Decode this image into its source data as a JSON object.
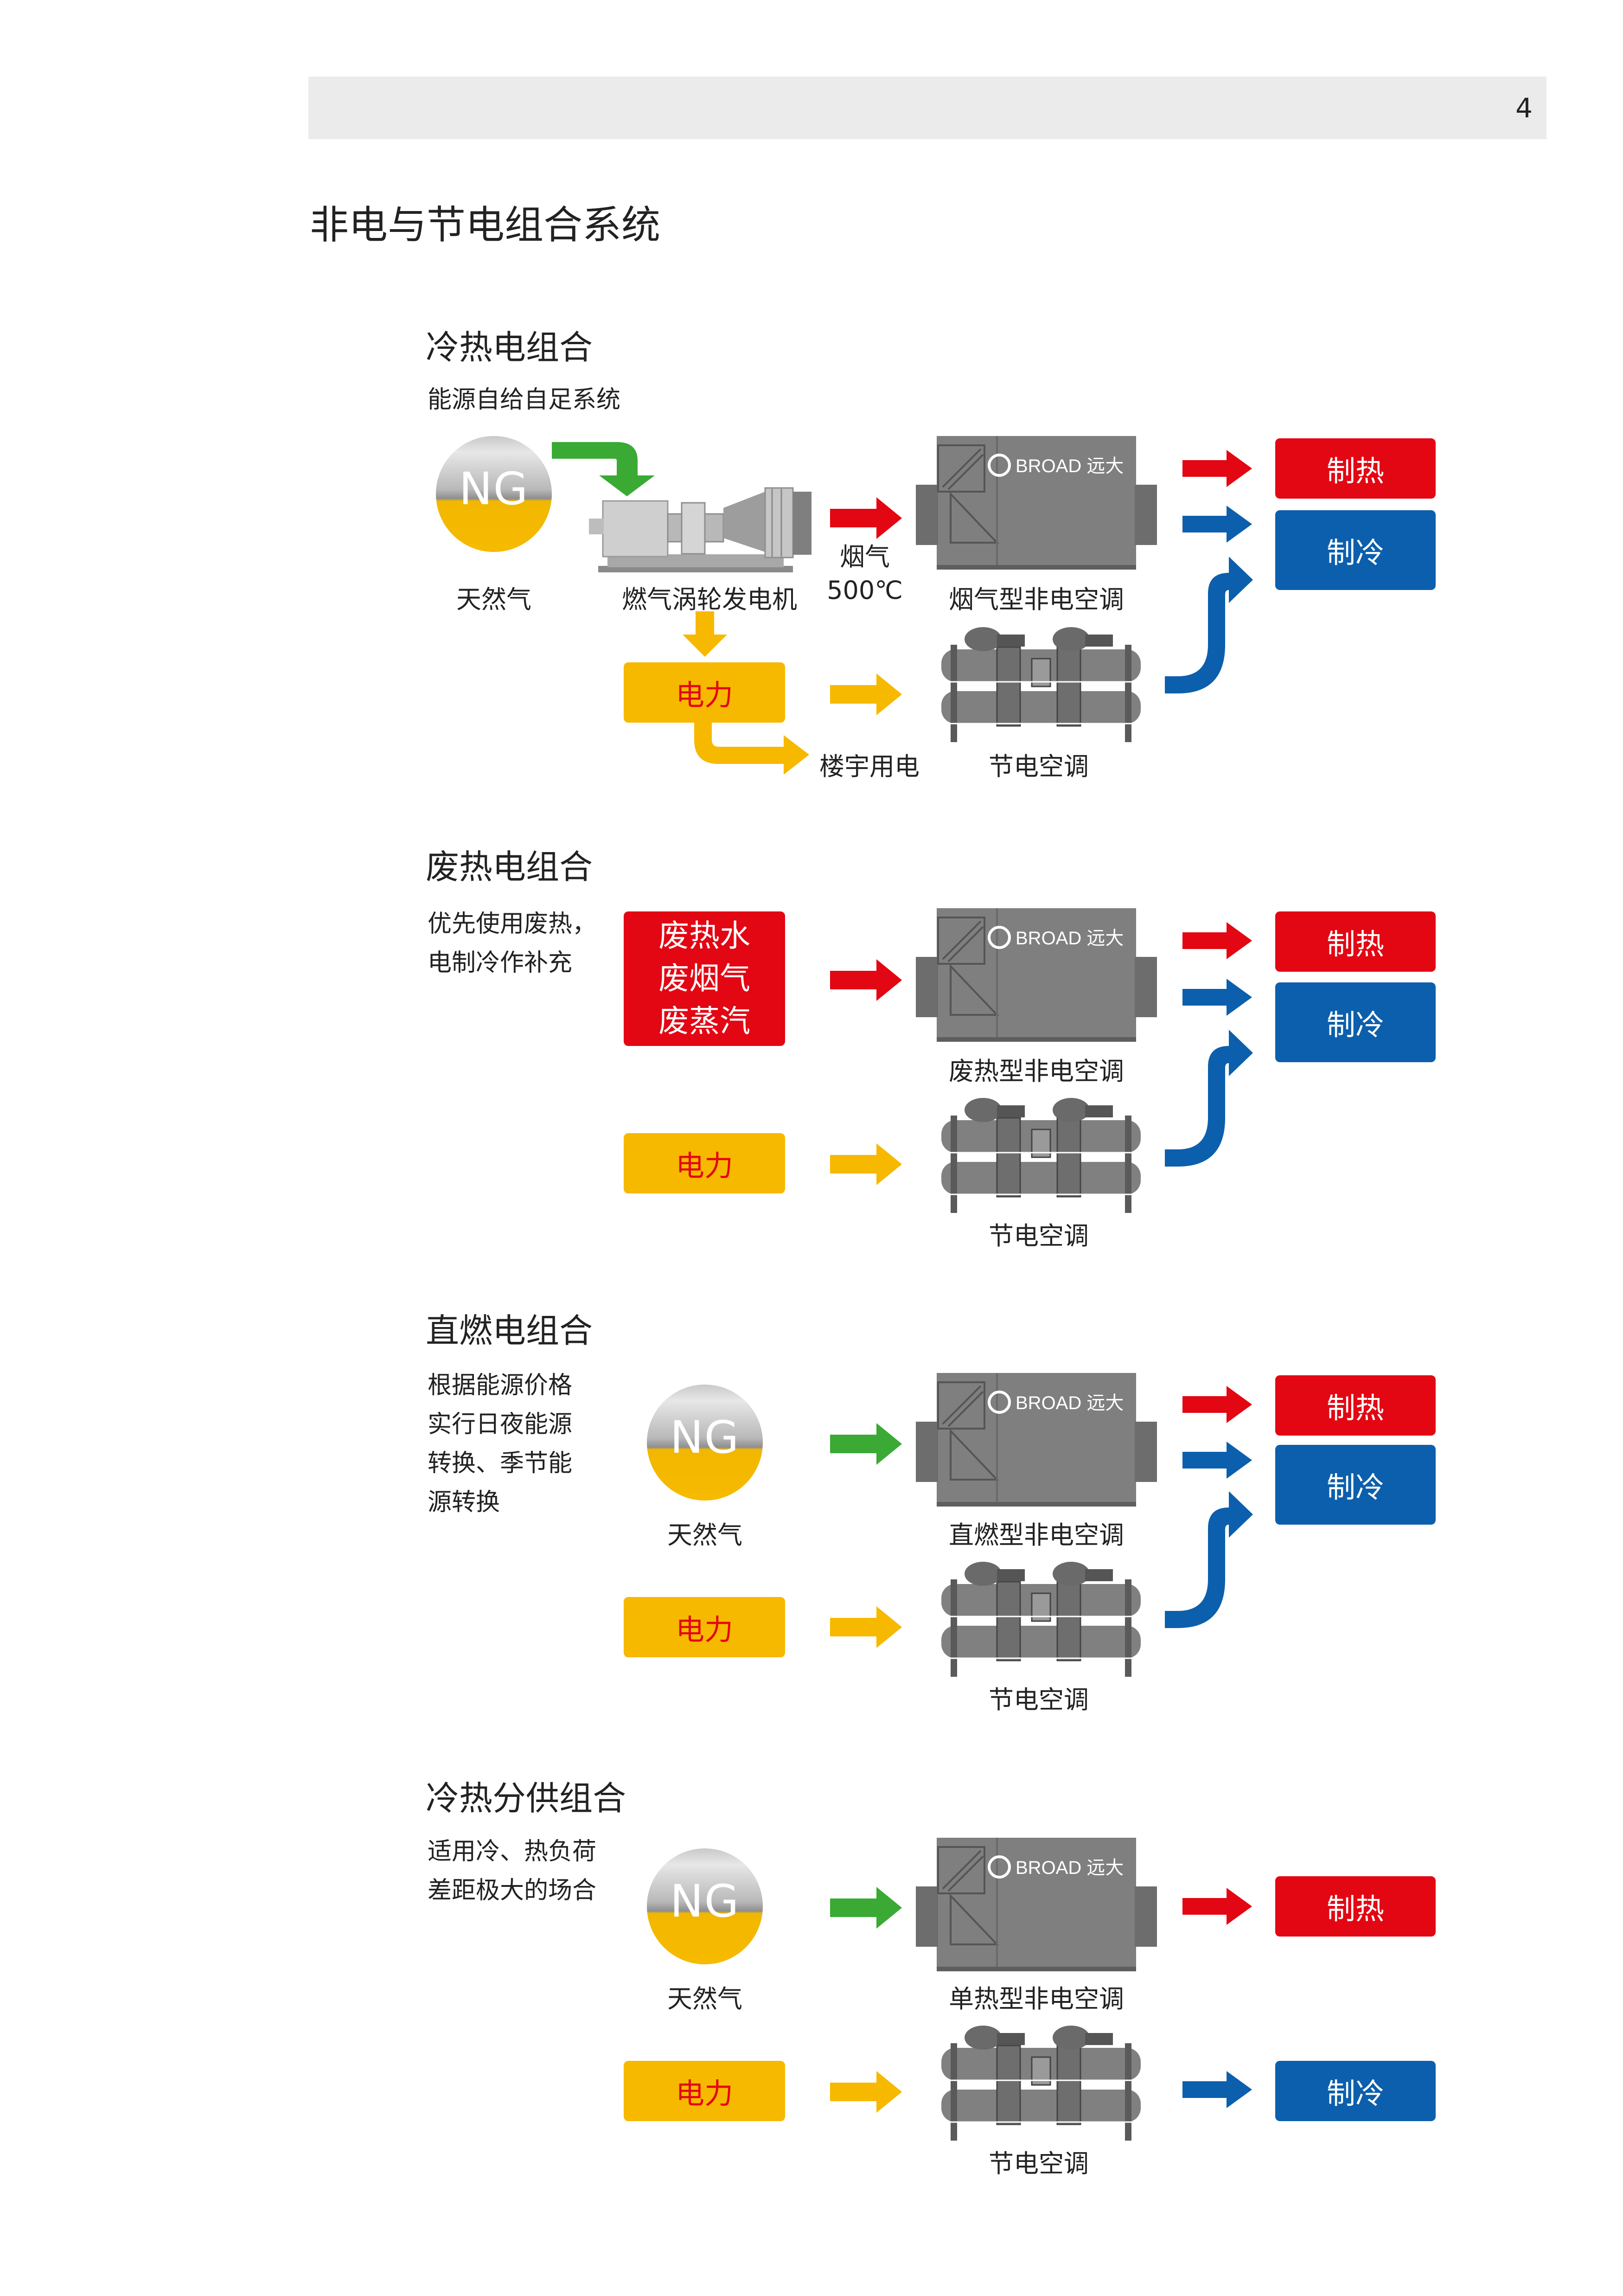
{
  "page": {
    "number": "4",
    "title": "非电与节电组合系统"
  },
  "colors": {
    "red": "#e30613",
    "blue": "#0c5fac",
    "yellow": "#f7b800",
    "green": "#3aaa35",
    "machine": "#7f7f7f",
    "header_bar": "#ebebeb"
  },
  "icons": [
    "ng-gas-sphere",
    "gas-turbine-generator",
    "absorption-chiller-unit",
    "electric-chiller-unit",
    "arrow"
  ],
  "machine_brand": "BROAD 远大",
  "sections": [
    {
      "title": "冷热电组合",
      "desc": "能源自给自足系统",
      "ng_label": "天然气",
      "ng_text": "NG",
      "turbine_label": "燃气涡轮发电机",
      "flue_label": "烟气\n500℃",
      "chiller_label": "烟气型非电空调",
      "power_label": "电力",
      "building_label": "楼宇用电",
      "elec_chiller_label": "节电空调",
      "heat_label": "制热",
      "cool_label": "制冷"
    },
    {
      "title": "废热电组合",
      "desc": "优先使用废热，\n电制冷作补充",
      "waste_label": "废热水\n废烟气\n废蒸汽",
      "chiller_label": "废热型非电空调",
      "power_label": "电力",
      "elec_chiller_label": "节电空调",
      "heat_label": "制热",
      "cool_label": "制冷"
    },
    {
      "title": "直燃电组合",
      "desc": "根据能源价格\n实行日夜能源\n转换、季节能\n源转换",
      "ng_label": "天然气",
      "ng_text": "NG",
      "chiller_label": "直燃型非电空调",
      "power_label": "电力",
      "elec_chiller_label": "节电空调",
      "heat_label": "制热",
      "cool_label": "制冷"
    },
    {
      "title": "冷热分供组合",
      "desc": "适用冷、热负荷\n差距极大的场合",
      "ng_label": "天然气",
      "ng_text": "NG",
      "chiller_label": "单热型非电空调",
      "power_label": "电力",
      "elec_chiller_label": "节电空调",
      "heat_label": "制热",
      "cool_label": "制冷"
    }
  ]
}
